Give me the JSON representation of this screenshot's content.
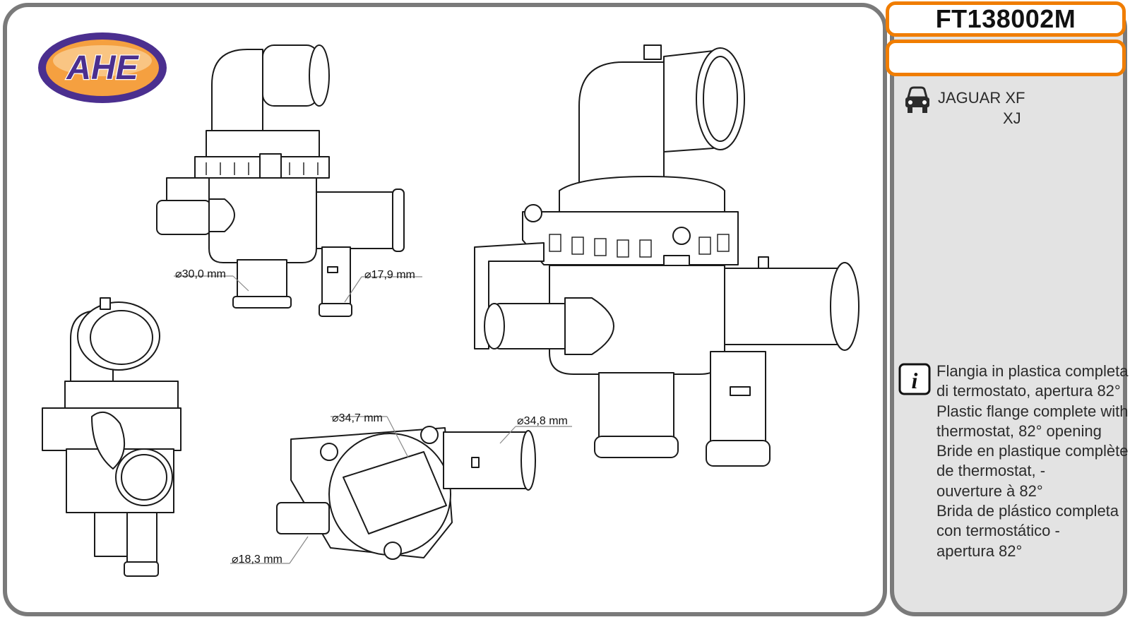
{
  "brand": {
    "logo_text": "AHE",
    "colors": {
      "purple": "#4b2f8f",
      "orange": "#f5a040",
      "outline": "#f07d00",
      "frame": "#7a7a7a",
      "panel": "#e3e3e3"
    }
  },
  "product": {
    "code": "FT138002M",
    "secondary_code": ""
  },
  "vehicle": {
    "icon": "car-icon",
    "models": [
      "JAGUAR XF",
      "XJ"
    ]
  },
  "info": {
    "icon": "info-icon",
    "description_lines": [
      "Flangia in plastica completa",
      "di termostato,  apertura 82°",
      "Plastic flange complete with",
      "thermostat, 82° opening",
      "Bride en plastique complète",
      "de thermostat, -",
      "ouverture à 82°",
      "Brida de plástico completa",
      "con termostático -",
      "apertura 82°"
    ]
  },
  "dimensions": {
    "d1": "30,0 mm",
    "d2": "17,9 mm",
    "d3": "34,7 mm",
    "d4": "34,8 mm",
    "d5": "18,3 mm"
  }
}
